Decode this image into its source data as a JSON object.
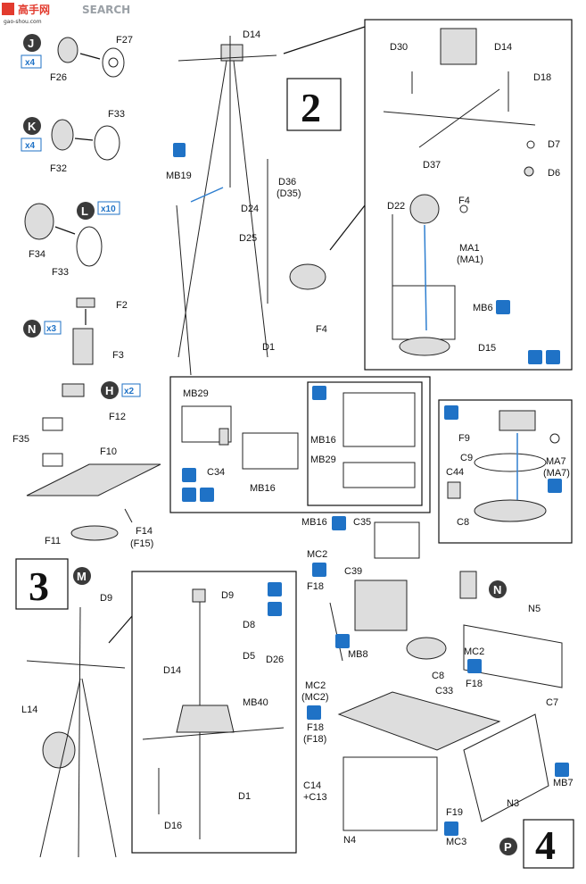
{
  "watermark": {
    "brand_cn": "高手网",
    "brand_en": "SEARCH",
    "url": "gao-shou.com"
  },
  "steps": {
    "s2": "2",
    "s3": "3",
    "s4": "4"
  },
  "subassemblies": {
    "J": {
      "letter": "J",
      "mult": "x4",
      "parts": [
        "F27",
        "F26"
      ]
    },
    "K": {
      "letter": "K",
      "mult": "x4",
      "parts": [
        "F33",
        "F32"
      ]
    },
    "L": {
      "letter": "L",
      "mult": "x10",
      "parts": [
        "F34",
        "F33"
      ]
    },
    "N": {
      "letter": "N",
      "mult": "x3",
      "parts": [
        "F2",
        "F3"
      ]
    },
    "H": {
      "letter": "H",
      "mult": "x2",
      "parts": [
        "F12",
        "F35",
        "F10",
        "F11",
        "F14",
        "(F15)"
      ]
    },
    "M": {
      "letter": "M"
    },
    "N2": {
      "letter": "N"
    },
    "P": {
      "letter": "P"
    }
  },
  "labels": {
    "d14": "D14",
    "mb19": "MB19",
    "d36": "D36",
    "d35": "(D35)",
    "d24": "D24",
    "d25": "D25",
    "d1": "D1",
    "f4": "F4",
    "z_d30": "D30",
    "z_d14": "D14",
    "z_d18": "D18",
    "z_d37": "D37",
    "z_d7": "D7",
    "z_d6": "D6",
    "z_d22": "D22",
    "z_f4": "F4",
    "z_ma1": "MA1",
    "z_ma1b": "(MA1)",
    "z_mb6": "MB6",
    "z_d15": "D15",
    "mb29": "MB29",
    "c34": "C34",
    "mb16": "MB16",
    "z2_mb16": "MB16",
    "z2_mb29": "MB29",
    "f9": "F9",
    "c9": "C9",
    "c44": "C44",
    "ma7": "MA7",
    "ma7b": "(MA7)",
    "c8": "C8",
    "mb16b": "MB16",
    "c35": "C35",
    "d9": "D9",
    "l14": "L14",
    "z3_d9": "D9",
    "z3_d8": "D8",
    "z3_d5": "D5",
    "z3_d26": "D26",
    "z3_d14": "D14",
    "z3_mb40": "MB40",
    "z3_d1": "D1",
    "z3_d16": "D16",
    "mc2": "MC2",
    "f18": "F18",
    "c39": "C39",
    "mb8": "MB8",
    "c8b": "C8",
    "mc2b": "MC2",
    "mc2c": "(MC2)",
    "f18b": "F18",
    "f18c": "(F18)",
    "c14": "C14",
    "c13": "+C13",
    "n4": "N4",
    "f19": "F19",
    "mc3": "MC3",
    "n5": "N5",
    "mc2d": "MC2",
    "f18d": "F18",
    "c7": "C7",
    "c33": "C33",
    "mb7": "MB7",
    "n3": "N3"
  },
  "colors": {
    "badge_dark": "#3a3a3a",
    "blue": "#1f72c6",
    "light_blue": "#2f7fd0"
  }
}
